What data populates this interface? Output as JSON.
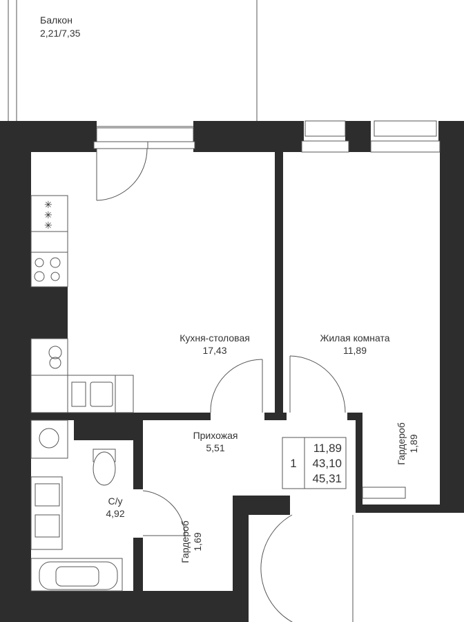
{
  "balcony": {
    "name": "Балкон",
    "area": "2,21/7,35"
  },
  "rooms": [
    {
      "name": "Кухня-столовая",
      "area": "17,43"
    },
    {
      "name": "Жилая комната",
      "area": "11,89"
    },
    {
      "name": "Прихожая",
      "area": "5,51"
    },
    {
      "name": "С/у",
      "area": "4,92"
    },
    {
      "name": "Гардероб",
      "area": "1,69"
    },
    {
      "name": "Гардероб",
      "area": "1,89"
    }
  ],
  "summary": {
    "rooms_count": "1",
    "living_area": "11,89",
    "total_area": "43,10",
    "total_with_balcony": "45,31"
  },
  "colors": {
    "wall": "#2d2d2d",
    "line": "#555555"
  }
}
